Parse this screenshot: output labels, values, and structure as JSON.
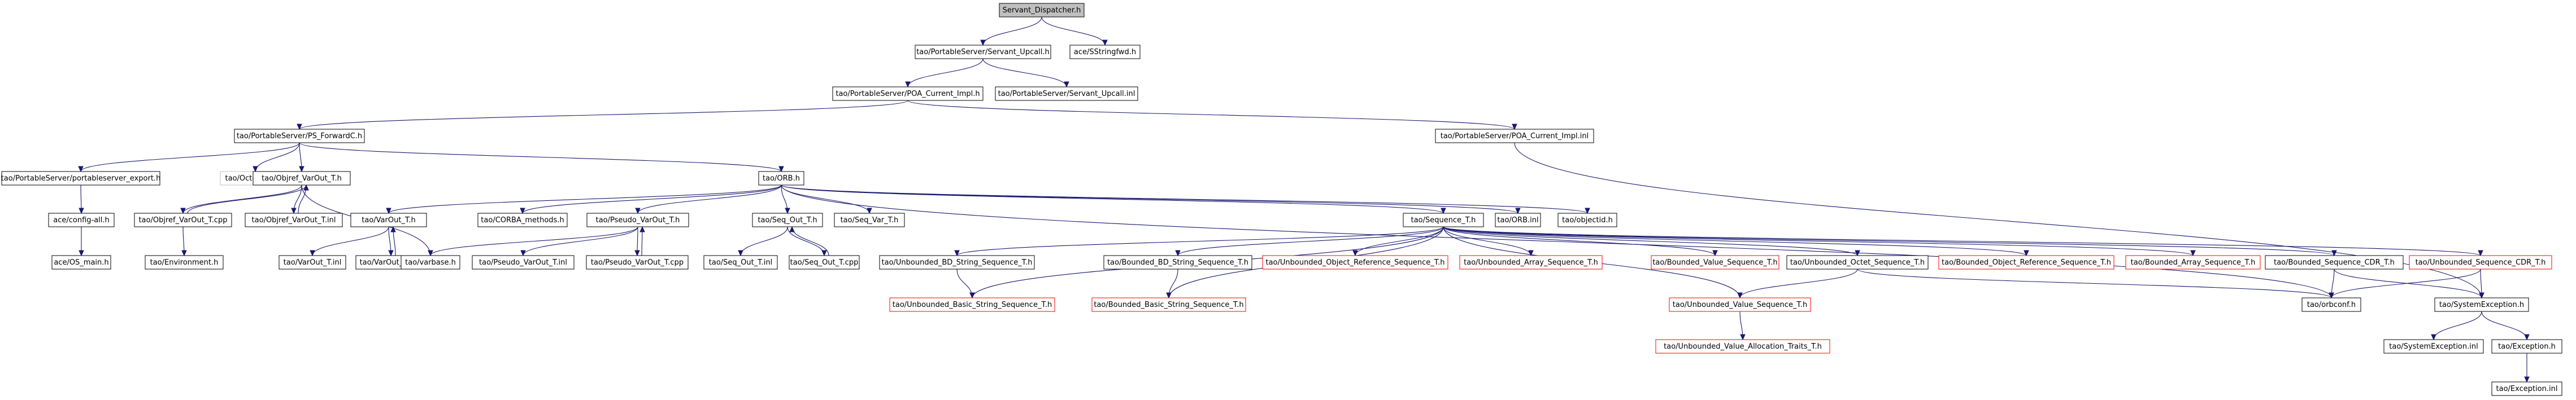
{
  "graph_title": "Servant_Dispatcher.h",
  "colors": {
    "edge": "#191970",
    "root_fill": "#bfbfbf",
    "border": "#000000",
    "external_border": "#bfbfbf",
    "missing_border": "#ff0000"
  },
  "nodes": {
    "root": "Servant_Dispatcher.h",
    "servant_upcall_h": "tao/PortableServer/Servant_Upcall.h",
    "sstringfwd": "ace/SStringfwd.h",
    "poa_current_impl_h": "tao/PortableServer/POA_Current_Impl.h",
    "servant_upcall_inl": "tao/PortableServer/Servant_Upcall.inl",
    "ps_forwardc": "tao/PortableServer/PS_ForwardC.h",
    "poa_current_impl_inl": "tao/PortableServer/POA_Current_Impl.inl",
    "portableserver_export": "tao/PortableServer/portableserver_export.h",
    "octetseqc": "tao/OctetSeqC.h",
    "objref_varout_t_h": "tao/Objref_VarOut_T.h",
    "orb_h": "tao/ORB.h",
    "config_all": "ace/config-all.h",
    "objref_varout_t_cpp": "tao/Objref_VarOut_T.cpp",
    "objref_varout_t_inl": "tao/Objref_VarOut_T.inl",
    "varout_t_h": "tao/VarOut_T.h",
    "corba_methods": "tao/CORBA_methods.h",
    "pseudo_varout_t_h": "tao/Pseudo_VarOut_T.h",
    "seq_out_t_h": "tao/Seq_Out_T.h",
    "seq_var_t_h": "tao/Seq_Var_T.h",
    "sequence_t_h": "tao/Sequence_T.h",
    "orb_inl": "tao/ORB.inl",
    "objectid": "tao/objectid.h",
    "os_main": "ace/OS_main.h",
    "environment": "tao/Environment.h",
    "varout_t_inl": "tao/VarOut_T.inl",
    "varout_t_cpp": "tao/VarOut_T.cpp",
    "varbase": "tao/varbase.h",
    "pseudo_varout_t_inl": "tao/Pseudo_VarOut_T.inl",
    "pseudo_varout_t_cpp": "tao/Pseudo_VarOut_T.cpp",
    "seq_out_t_inl": "tao/Seq_Out_T.inl",
    "seq_out_t_cpp": "tao/Seq_Out_T.cpp",
    "unb_bd_string_seq": "tao/Unbounded_BD_String_Sequence_T.h",
    "bnd_bd_string_seq": "tao/Bounded_BD_String_Sequence_T.h",
    "unb_objref_seq": "tao/Unbounded_Object_Reference_Sequence_T.h",
    "unb_array_seq": "tao/Unbounded_Array_Sequence_T.h",
    "bnd_value_seq": "tao/Bounded_Value_Sequence_T.h",
    "unb_octet_seq": "tao/Unbounded_Octet_Sequence_T.h",
    "bnd_objref_seq": "tao/Bounded_Object_Reference_Sequence_T.h",
    "bnd_array_seq": "tao/Bounded_Array_Sequence_T.h",
    "bnd_seq_cdr": "tao/Bounded_Sequence_CDR_T.h",
    "unb_seq_cdr": "tao/Unbounded_Sequence_CDR_T.h",
    "unb_basic_string_seq": "tao/Unbounded_Basic_String_Sequence_T.h",
    "bnd_basic_string_seq": "tao/Bounded_Basic_String_Sequence_T.h",
    "unb_value_seq": "tao/Unbounded_Value_Sequence_T.h",
    "orbconf": "tao/orbconf.h",
    "system_exception_h": "tao/SystemException.h",
    "unb_value_alloc_traits": "tao/Unbounded_Value_Allocation_Traits_T.h",
    "system_exception_inl": "tao/SystemException.inl",
    "exception_h": "tao/Exception.h",
    "exception_inl": "tao/Exception.inl"
  }
}
